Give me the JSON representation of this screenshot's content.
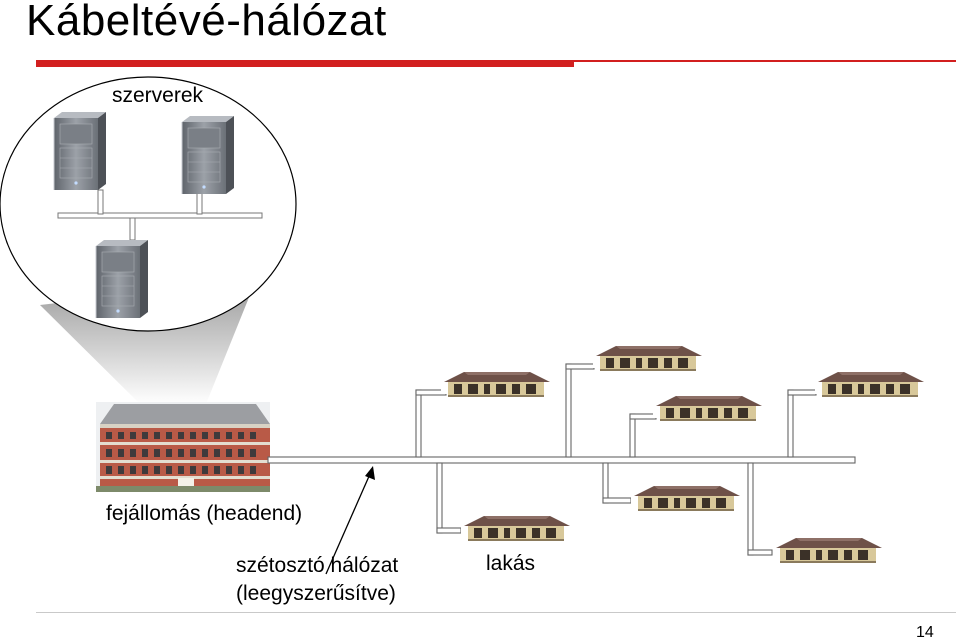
{
  "title": "Kábeltévé-hálózat",
  "labels": {
    "servers": "szerverek",
    "headend": "fejállomás (headend)",
    "distribution_line1": "szétosztó hálózat",
    "distribution_line2": "(leegyszerűsítve)",
    "home": "lakás"
  },
  "page_number": "14",
  "colors": {
    "accent": "#d21f1f",
    "cable": "#c8c8c8",
    "server": "#8a8f96",
    "roof": "#6e5148",
    "wall": "#d8c89a",
    "building": "#b95a47"
  },
  "icons": [
    "server-icon",
    "headend-building-icon",
    "house-icon"
  ]
}
